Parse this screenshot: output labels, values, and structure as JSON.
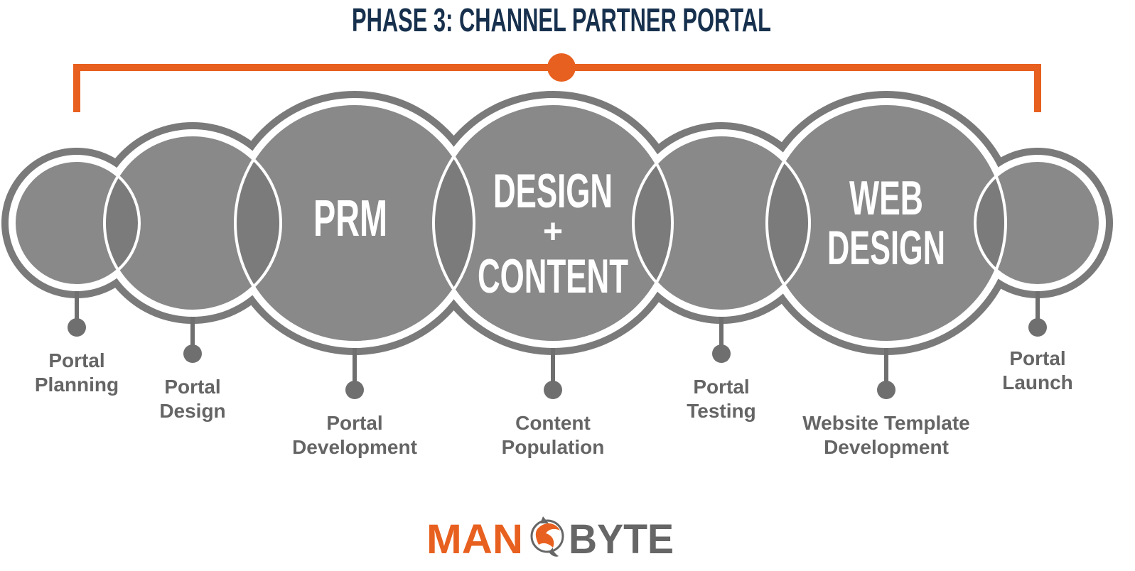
{
  "title": "PHASE 3: CHANNEL PARTNER PORTAL",
  "colors": {
    "title": "#16304d",
    "accent": "#e8601f",
    "circle_fill": "#898989",
    "circle_ring": "#7a7a7a",
    "label": "#656565",
    "connector": "#6f6f6f",
    "logo_gray": "#666666"
  },
  "stages": [
    {
      "label_lines": [
        "Portal",
        "Planning"
      ]
    },
    {
      "label_lines": [
        "Portal",
        "Design"
      ]
    },
    {
      "label_lines": [
        "Portal",
        "Development"
      ]
    },
    {
      "label_lines": [
        "Content",
        "Population"
      ]
    },
    {
      "label_lines": [
        "Portal",
        "Testing"
      ]
    },
    {
      "label_lines": [
        "Website Template",
        "Development"
      ]
    },
    {
      "label_lines": [
        "Portal",
        "Launch"
      ]
    }
  ],
  "groups": [
    {
      "name": "prm",
      "text_lines": [
        "PRM"
      ]
    },
    {
      "name": "design-content",
      "text_lines": [
        "DESIGN",
        "+",
        "CONTENT"
      ]
    },
    {
      "name": "web-design",
      "text_lines": [
        "WEB",
        "DESIGN"
      ]
    }
  ],
  "logo": {
    "left": "MAN",
    "right": "BYTE",
    "icon": "fish-icon"
  }
}
